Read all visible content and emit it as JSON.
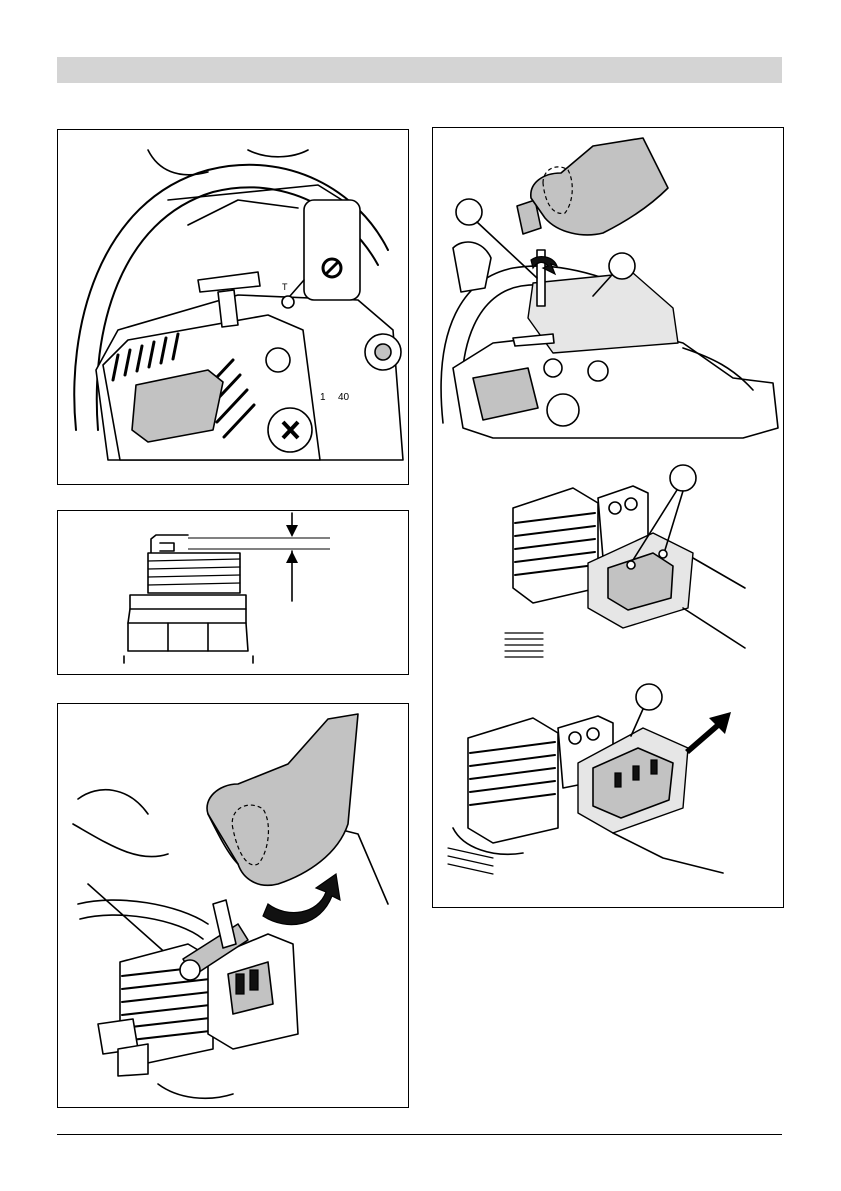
{
  "header": {
    "title": ""
  },
  "figures": {
    "chain_brake_check": {
      "engine_switch_symbol": "stop-icon",
      "switch_label": "T",
      "scale_marks": [
        "1",
        "40"
      ]
    },
    "spark_plug_gap": {
      "gap_value": ""
    },
    "plug_removal": {
      "rotation_direction": "counterclockwise"
    },
    "cover_removal": {
      "callout_screw": "",
      "callout_cover": "",
      "callout_filter_clips": "",
      "callout_filter": ""
    }
  },
  "footer": {
    "page_number": ""
  }
}
